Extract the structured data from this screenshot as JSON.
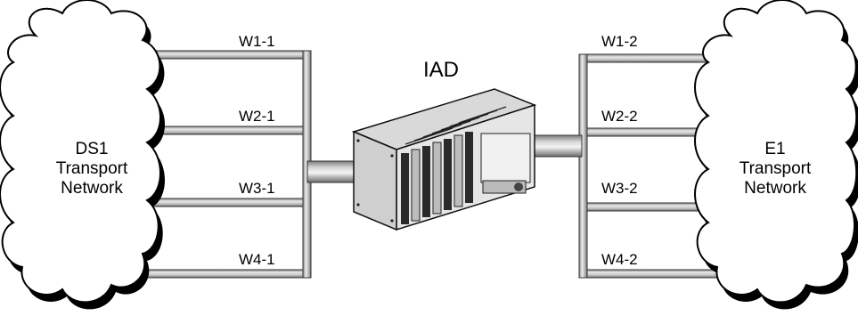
{
  "diagram": {
    "device_label": "IAD",
    "left_cloud": {
      "lines": [
        "DS1",
        "Transport",
        "Network"
      ]
    },
    "right_cloud": {
      "lines": [
        "E1",
        "Transport",
        "Network"
      ]
    },
    "left_links": [
      "W1-1",
      "W2-1",
      "W3-1",
      "W4-1"
    ],
    "right_links": [
      "W1-2",
      "W2-2",
      "W3-2",
      "W4-2"
    ]
  }
}
